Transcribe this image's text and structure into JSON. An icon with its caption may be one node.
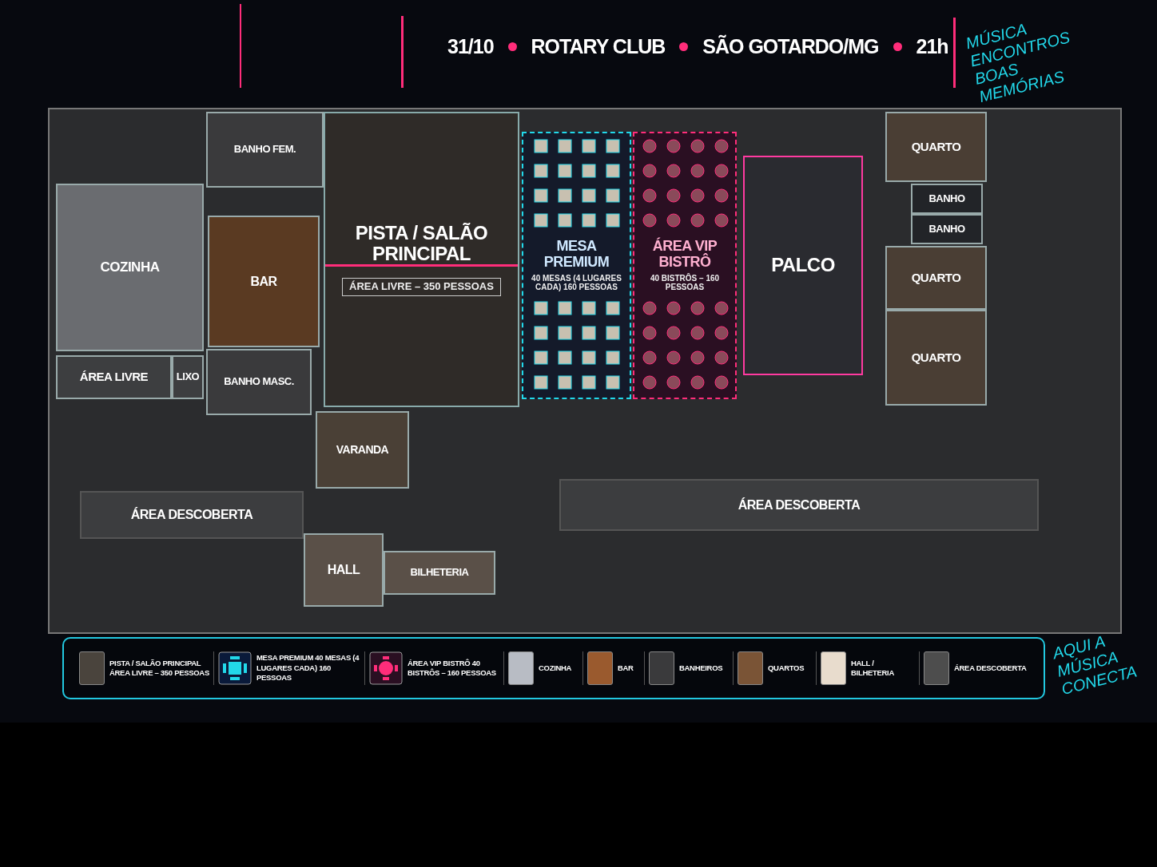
{
  "diagram": {
    "nodes": [
      {
        "text": [
          "BANHO FEM."
        ]
      },
      {
        "text": [
          "COZINHA"
        ]
      },
      {
        "text": [
          "BAR"
        ]
      },
      {
        "text": [
          "PISTA / SALÃO PRINCIPAL",
          "ÁREA LIVRE – 350 PESSOAS"
        ]
      },
      {
        "text": [
          "MESA PREMIUM",
          "40 MESAS (4 LUGARES CADA) 160 PESSOAS"
        ]
      },
      {
        "text": [
          "ÁREA VIP BISTRÔ",
          "40 BISTRÔS – 160 PESSOAS"
        ]
      },
      {
        "text": [
          "PALCO"
        ]
      },
      {
        "text": [
          "QUARTO"
        ]
      },
      {
        "text": [
          "BANHO"
        ]
      },
      {
        "text": [
          "BANHO"
        ]
      },
      {
        "text": [
          "QUARTO"
        ]
      },
      {
        "text": [
          "QUARTO"
        ]
      },
      {
        "text": [
          "ÁREA LIVRE"
        ]
      },
      {
        "text": [
          "LIXO"
        ]
      },
      {
        "text": [
          "BANHO MASC."
        ]
      },
      {
        "text": [
          "VARANDA"
        ]
      },
      {
        "text": [
          "ÁREA DESCOBERTA"
        ]
      },
      {
        "text": [
          "ÁREA DESCOBERTA"
        ]
      },
      {
        "text": [
          "HALL"
        ]
      },
      {
        "text": [
          "BILHETERIA"
        ]
      }
    ],
    "labels": [
      "31/10",
      "ROTARY CLUB",
      "SÃO GOTARDO/MG",
      "21h",
      "MÚSICA ENCONTROS BOAS MEMÓRIAS",
      "AQUI A MÚSICA CONECTA"
    ],
    "legend": [
      {
        "text": "PISTA / SALÃO PRINCIPAL ÁREA LIVRE – 350 PESSOAS",
        "color": "#4a443d"
      },
      {
        "text": "MESA PREMIUM 40 MESAS (4 LUGARES CADA) 160 PESSOAS"
      },
      {
        "text": "ÁREA VIP BISTRÔ 40 BISTRÔS – 160 PESSOAS"
      },
      {
        "text": "COZINHA",
        "color": "#b8bcc4"
      },
      {
        "text": "BAR",
        "color": "#9a5a2e"
      },
      {
        "text": "BANHEIROS",
        "color": "#3a3a3c"
      },
      {
        "text": "QUARTOS",
        "color": "#7a5436"
      },
      {
        "text": "HALL / BILHETERIA",
        "color": "#e8dccd"
      },
      {
        "text": "ÁREA DESCOBERTA",
        "color": "#4d4d4d"
      }
    ]
  }
}
